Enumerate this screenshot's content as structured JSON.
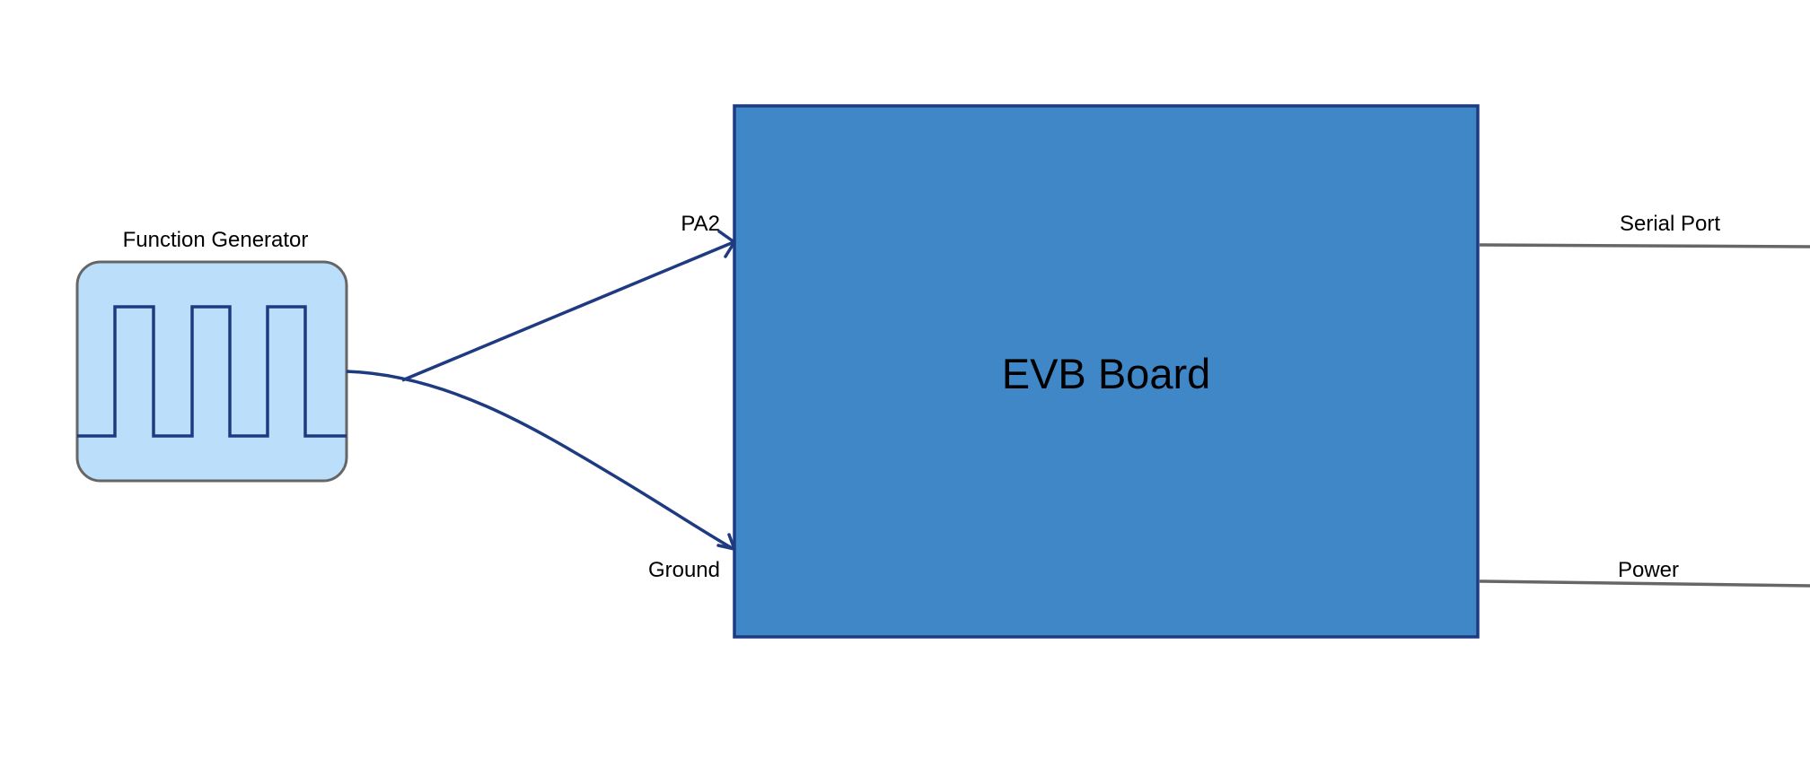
{
  "function_generator": {
    "label": "Function Generator",
    "icon": "square-wave-icon",
    "fill": "#bbdefb",
    "stroke": "#666666",
    "wave_color": "#1e3a80"
  },
  "evb_board": {
    "label": "EVB Board",
    "fill": "#3f87c7",
    "stroke": "#1e3a80"
  },
  "connections": {
    "pa2_label": "PA2",
    "ground_label": "Ground",
    "serial_port_label": "Serial Port",
    "power_label": "Power",
    "signal_color": "#1e3a80",
    "cable_color": "#666666"
  }
}
